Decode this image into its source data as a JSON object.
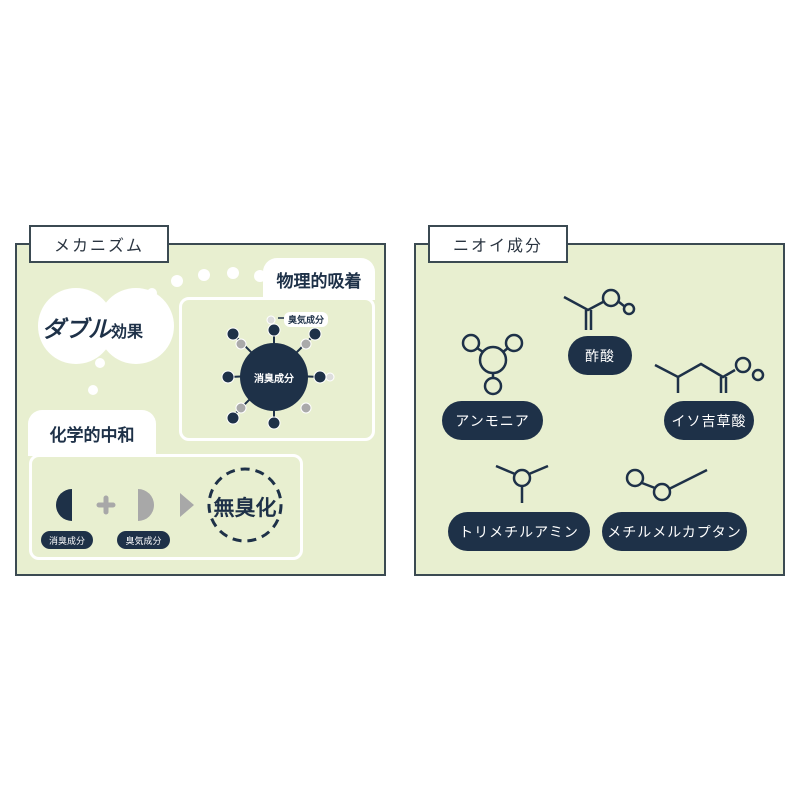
{
  "mechanism": {
    "title": "メカニズム",
    "double_effect": {
      "main": "ダブル",
      "sub": "効果"
    },
    "physical": {
      "title": "物理的吸着",
      "center_label": "消臭成分",
      "odor_label": "臭気成分"
    },
    "chemical": {
      "title": "化学的中和",
      "deodorant_label": "消臭成分",
      "odor_label": "臭気成分",
      "result": "無臭化"
    }
  },
  "odor_components": {
    "title": "ニオイ成分",
    "items": [
      {
        "name": "酢酸"
      },
      {
        "name": "アンモニア"
      },
      {
        "name": "イソ吉草酸"
      },
      {
        "name": "トリメチルアミン"
      },
      {
        "name": "メチルメルカプタン"
      }
    ]
  },
  "colors": {
    "navy": "#1e3148",
    "panel": "#e8efd0",
    "gray": "#a8a8a8"
  }
}
